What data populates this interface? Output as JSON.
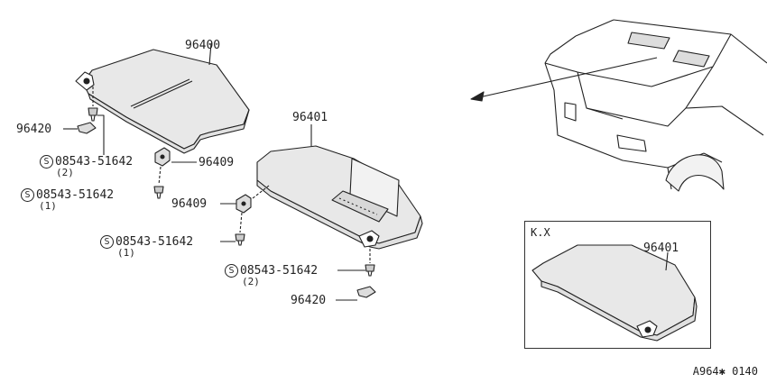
{
  "labels": {
    "p96400": "96400",
    "p96401": "96401",
    "p96420_a": "96420",
    "p96420_b": "96420",
    "p96409_a": "96409",
    "p96409_b": "96409",
    "screw1": "08543-51642",
    "screw1_qty": "(2)",
    "screw2": "08543-51642",
    "screw2_qty": "(1)",
    "screw3": "08543-51642",
    "screw3_qty": "(1)",
    "screw4": "08543-51642",
    "screw4_qty": "(2)",
    "s_symbol": "S"
  },
  "inset": {
    "title": "K.X",
    "part": "96401"
  },
  "reference": "A964✱ 0140"
}
